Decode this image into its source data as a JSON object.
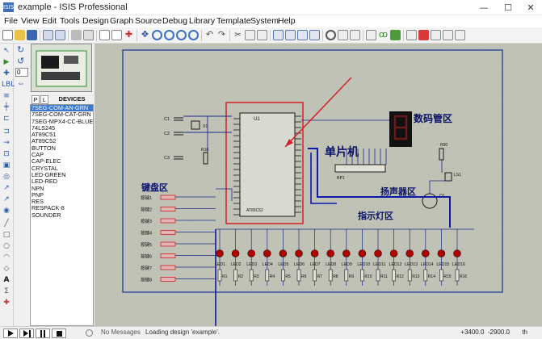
{
  "window": {
    "title": "example - ISIS Professional",
    "app_icon": "ISIS"
  },
  "menu": [
    "File",
    "View",
    "Edit",
    "Tools",
    "Design",
    "Graph",
    "Source",
    "Debug",
    "Library",
    "Template",
    "System",
    "Help"
  ],
  "panel": {
    "rotate_value": "0",
    "tab_p": "P",
    "tab_l": "L",
    "devices_label": "DEVICES",
    "devices": [
      "7SEG-COM-AN-GRN",
      "7SEG-COM-CAT-GRN",
      "7SEG-MPX4-CC-BLUE",
      "74LS245",
      "AT89C51",
      "AT89C52",
      "BUTTON",
      "CAP",
      "CAP-ELEC",
      "CRYSTAL",
      "LED-GREEN",
      "LED-RED",
      "NPN",
      "PNP",
      "RES",
      "RESPACK-8",
      "SOUNDER"
    ],
    "selected_device": "7SEG-COM-AN-GRN"
  },
  "schematic": {
    "labels": {
      "mcu": "单片机",
      "seg": "数码管区",
      "key": "键盘区",
      "speaker": "扬声器区",
      "led": "指示灯区"
    },
    "mcu_ref": "U1",
    "mcu_part": "AT89C52",
    "crystal_ref": "X1",
    "caps": [
      "C1",
      "C2",
      "C3"
    ],
    "r_base": "R18",
    "r_spk": "R50",
    "speaker_ref": "LS1",
    "q_ref": "Q1",
    "rp_ref": "RP1",
    "keys": [
      "按键1",
      "按键2",
      "按键3",
      "按键4",
      "按键5",
      "按键6",
      "按键7",
      "按键8"
    ],
    "leds": [
      "LED1",
      "LED2",
      "LED3",
      "LED4",
      "LED5",
      "LED6",
      "LED7",
      "LED8",
      "LED9",
      "LED10",
      "LED11",
      "LED12",
      "LED13",
      "LED14",
      "LED15",
      "LED16"
    ],
    "resistors": [
      "R1",
      "R2",
      "R3",
      "R4",
      "R5",
      "R6",
      "R7",
      "R8",
      "R9",
      "R10",
      "R11",
      "R12",
      "R13",
      "R14",
      "R15",
      "R16"
    ],
    "colors": {
      "wire": "#1d2a8a",
      "red": "#d4202a",
      "bus": "#0b1ba8",
      "paper": "#bfc2b4"
    }
  },
  "status": {
    "messages": "No Messages",
    "text": "Loading design 'example'.",
    "x": "+3400.0",
    "y": "-2900.0",
    "units": "th"
  }
}
